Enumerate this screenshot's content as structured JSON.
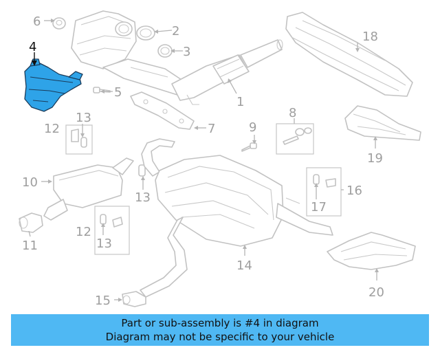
{
  "callouts": {
    "n1": "1",
    "n2": "2",
    "n3": "3",
    "n4": "4",
    "n5": "5",
    "n6": "6",
    "n7": "7",
    "n8": "8",
    "n9": "9",
    "n10": "10",
    "n11": "11",
    "n12a": "12",
    "n13a": "13",
    "n12b": "12",
    "n13b": "13",
    "n13c": "13",
    "n14": "14",
    "n15": "15",
    "n16": "16",
    "n17": "17",
    "n18": "18",
    "n19": "19",
    "n20": "20"
  },
  "highlighted_part": "4",
  "colors": {
    "highlight_fill": "#2ea3e8",
    "highlight_outline": "#1a3a58",
    "banner": "#4fb8f3",
    "line_art": "#c2c2c2"
  },
  "banner": {
    "line1": "Part or sub-assembly is #4 in diagram",
    "line2": "Diagram may not be specific to your vehicle"
  }
}
